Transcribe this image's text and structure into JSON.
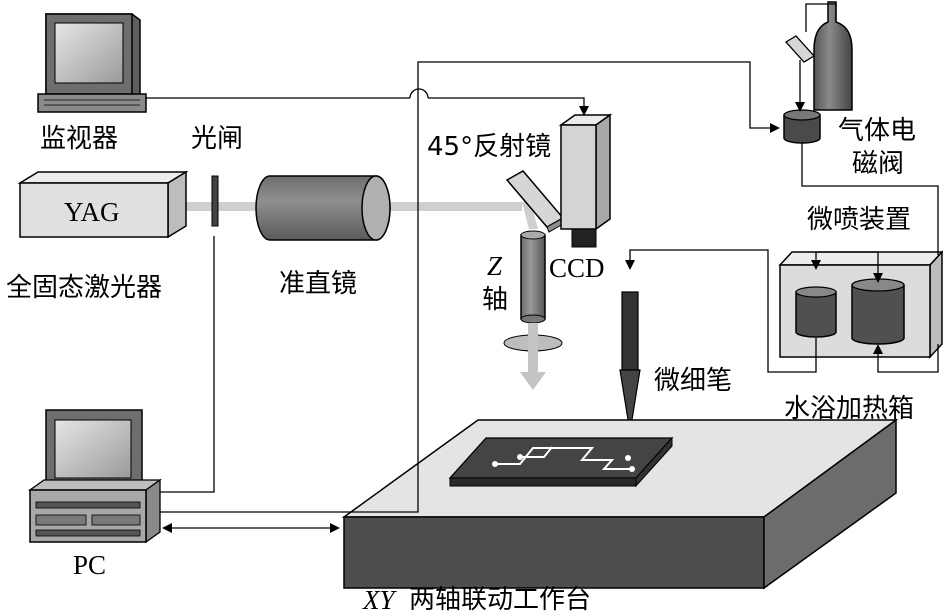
{
  "labels": {
    "monitor": "监视器",
    "shutter": "光闸",
    "mirror": "45°反射镜",
    "gas_valve_line1": "气体电",
    "gas_valve_line2": "磁阀",
    "yag": "YAG",
    "laser": "全固态激光器",
    "collimator": "准直镜",
    "micro_spray": "微喷装置",
    "ccd": "CCD",
    "z_axis_italic": "Z",
    "z_axis_text": "轴",
    "fine_pen": "微细笔",
    "water_bath": "水浴加热箱",
    "pc": "PC",
    "stage_italic": "XY",
    "stage_text": "两轴联动工作台"
  },
  "colors": {
    "line": "#000000",
    "dark_gray": "#4a4a4a",
    "mid_gray": "#8c8c8c",
    "light_gray": "#d9d9d9",
    "beam": "#c8c8c8",
    "screen": "#b5b5b5"
  }
}
